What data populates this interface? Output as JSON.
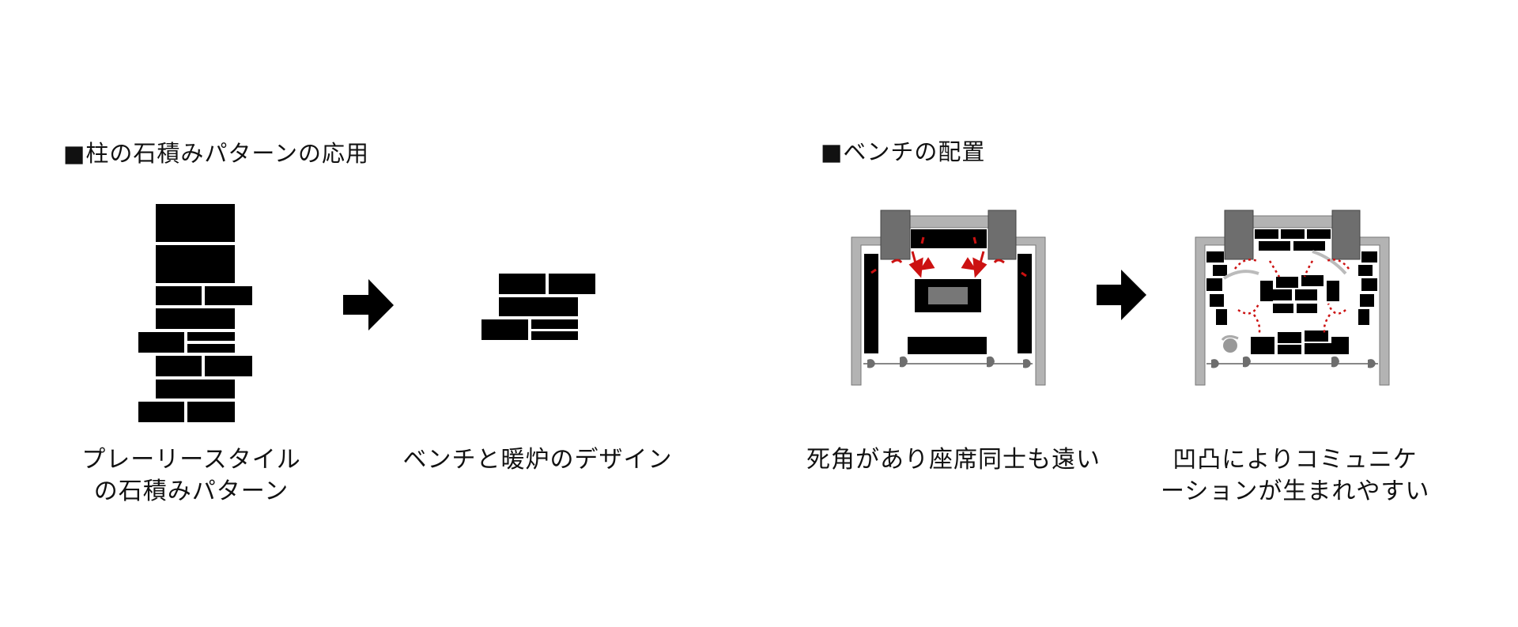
{
  "left_section": {
    "heading": "■柱の石積みパターンの応用",
    "caption_column_line1": "プレーリースタイル",
    "caption_column_line2": "の石積みパターン",
    "caption_bench": "ベンチと暖炉のデザイン"
  },
  "right_section": {
    "heading": "■ベンチの配置",
    "caption_before": "死角があり座席同士も遠い",
    "caption_after_line1": "凹凸によりコミュニケ",
    "caption_after_line2": "ーションが生まれやすい"
  },
  "colors": {
    "block": "#000000",
    "wall": "#b3b3b3",
    "wall_dark": "#6e6e6e",
    "arrow_red": "#cc1111",
    "arrow_black": "#000000"
  },
  "icons": [
    "arrow-right-icon",
    "arrow-right-icon"
  ]
}
